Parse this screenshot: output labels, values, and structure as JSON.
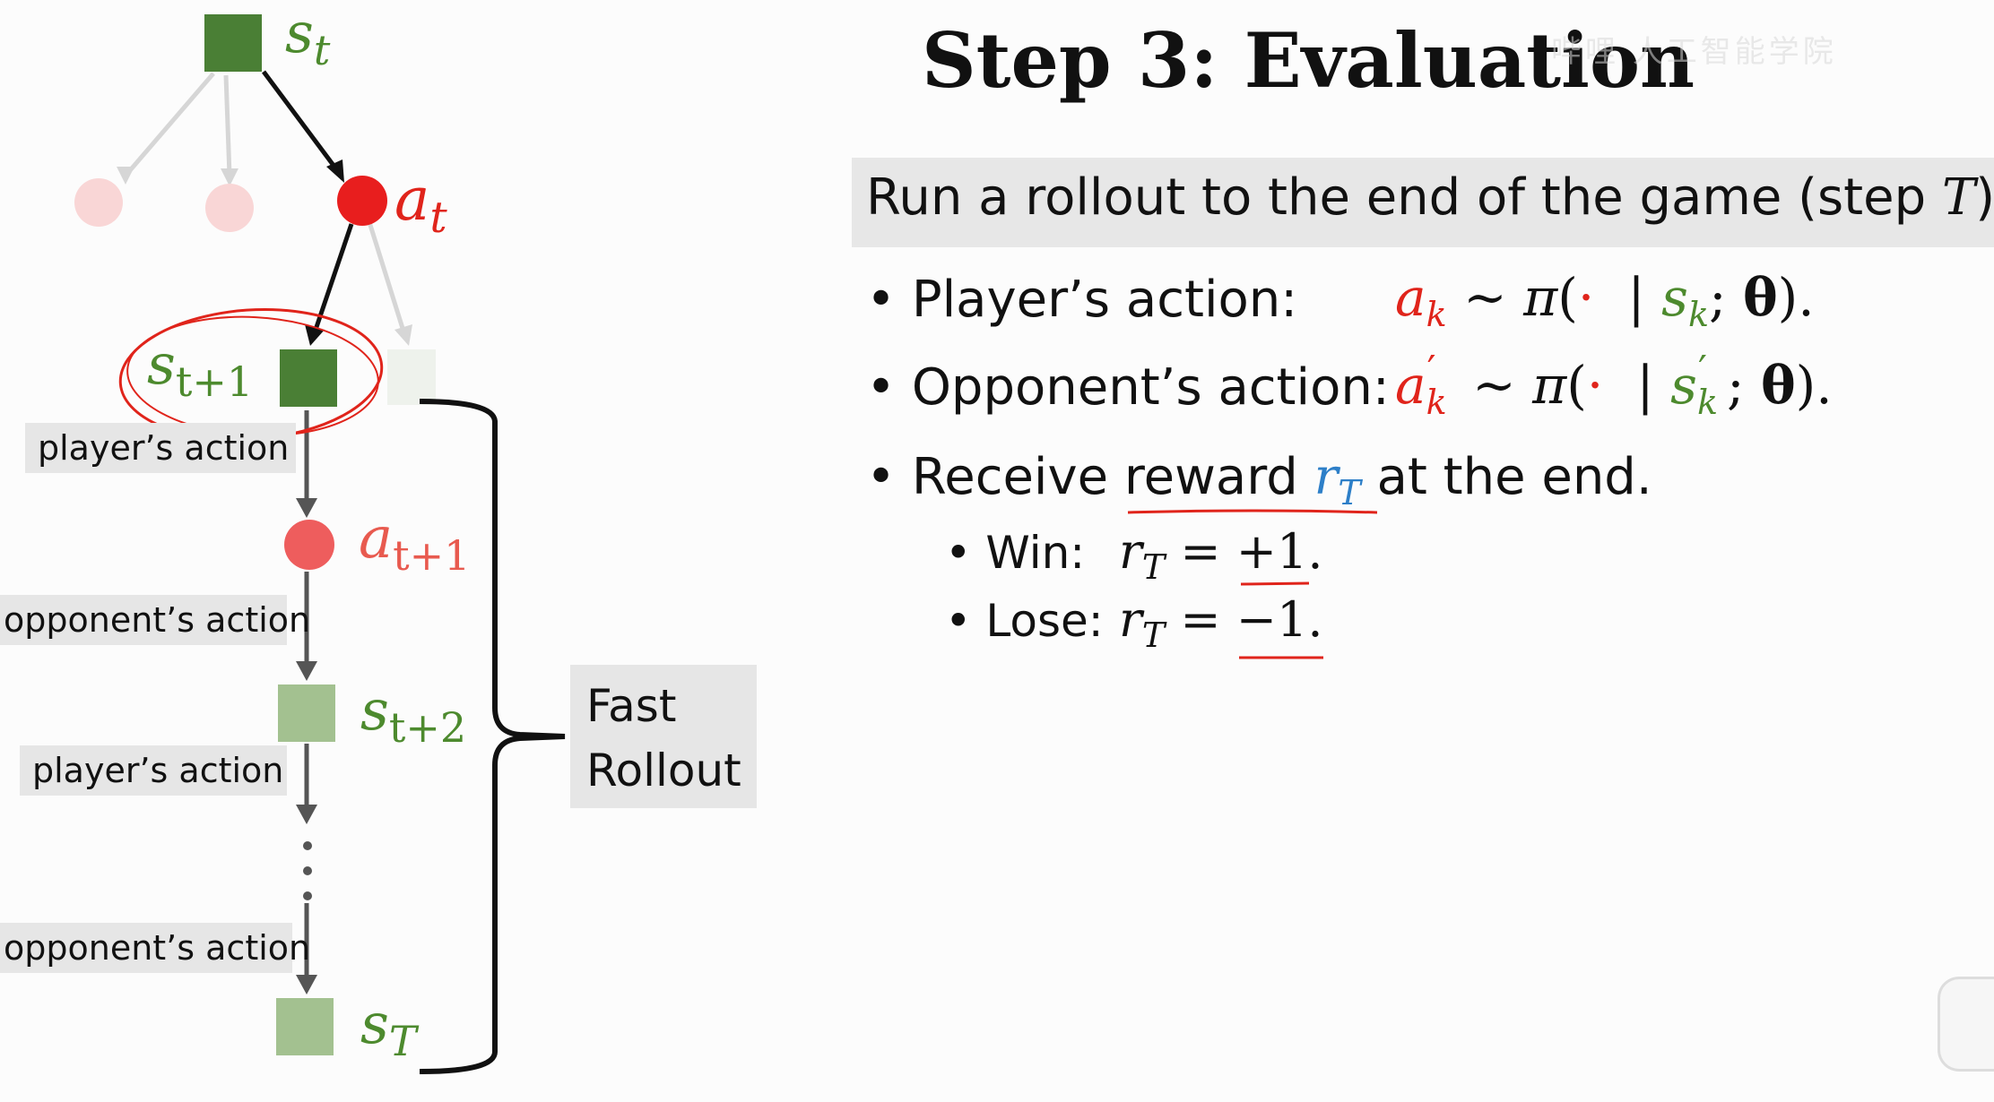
{
  "title": "Step 3: Evaluation",
  "watermark": "哔哩 人工智能学院",
  "banner": {
    "prefix": "Run a rollout to the end of the game (step ",
    "var": "T",
    "suffix": ")"
  },
  "bullets": [
    {
      "label": "Player’s action:",
      "formula": {
        "lhs": "a",
        "lhs_sub": "k",
        "rhs_s": "s",
        "rhs_sub": "k",
        "prime": false
      }
    },
    {
      "label": "Opponent’s action:",
      "formula": {
        "lhs": "a",
        "lhs_sub": "k",
        "rhs_s": "s",
        "rhs_sub": "k",
        "prime": true
      }
    },
    {
      "label_pre": "Receive reward ",
      "var": "r",
      "var_sub": "T",
      "label_post": " at the end."
    }
  ],
  "sub_bullets": [
    {
      "label": "Win:",
      "var": "r",
      "var_sub": "T",
      "value": "+1"
    },
    {
      "label": "Lose:",
      "var": "r",
      "var_sub": "T",
      "value": "−1"
    }
  ],
  "formula_symbols": {
    "sim": "~",
    "pi": "π",
    "dot": "·",
    "bar": "|",
    "theta": "θ"
  },
  "diagram": {
    "nodes": [
      {
        "id": "s_t",
        "kind": "state",
        "label": "s",
        "sub": "t"
      },
      {
        "id": "a_t",
        "kind": "action",
        "label": "a",
        "sub": "t"
      },
      {
        "id": "s_t1",
        "kind": "state",
        "label": "s",
        "sub": "t+1"
      },
      {
        "id": "a_t1",
        "kind": "action",
        "label": "a",
        "sub": "t+1"
      },
      {
        "id": "s_t2",
        "kind": "state",
        "label": "s",
        "sub": "t+2"
      },
      {
        "id": "s_T",
        "kind": "state",
        "label": "s",
        "sub": "T"
      }
    ],
    "edge_labels": [
      "player’s action",
      "opponent’s action",
      "player’s action",
      "opponent’s action"
    ],
    "ellipsis": "⋮",
    "brace_label": [
      "Fast",
      "Rollout"
    ]
  },
  "colors": {
    "state_dark": "#4a7f35",
    "state_light": "#a3c190",
    "action_red": "#e81e1e",
    "action_light": "#f9d6d6",
    "blue": "#2d7fc8",
    "annotation_red": "#e0241b"
  }
}
